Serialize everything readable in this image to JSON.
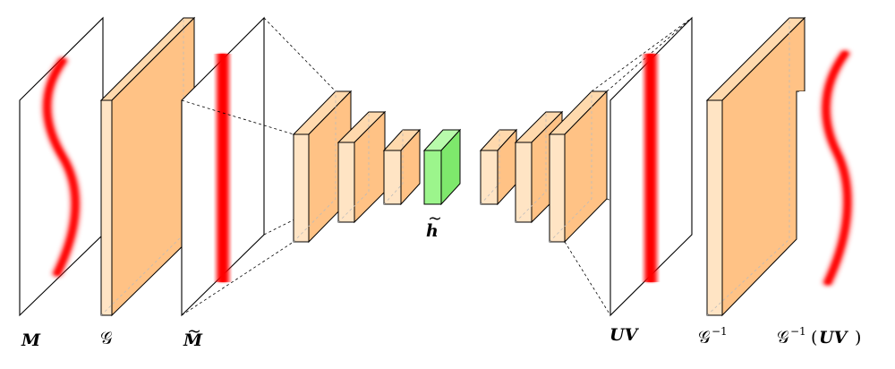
{
  "labels": {
    "M": "M",
    "G": "𝒢",
    "M_tilde": "M",
    "h_tilde": "h",
    "UV": "UV",
    "G_inv": "𝒢",
    "G_inv_sup": "−1",
    "G_inv_UV_prefix": "𝒢",
    "G_inv_UV_sup": "−1",
    "G_inv_UV_arg": "(",
    "G_inv_UV_UV": "UV",
    "G_inv_UV_close": ")"
  },
  "colors": {
    "layer_front": "#ffc285",
    "layer_side": "#ffb870",
    "layer_top": "#ffd9ad",
    "layer_thin": "#ffe4c4",
    "latent_front": "#9cf58c",
    "latent_side": "#7ee86c",
    "latent_top": "#b8fbab",
    "stripe": "#ff0000"
  }
}
